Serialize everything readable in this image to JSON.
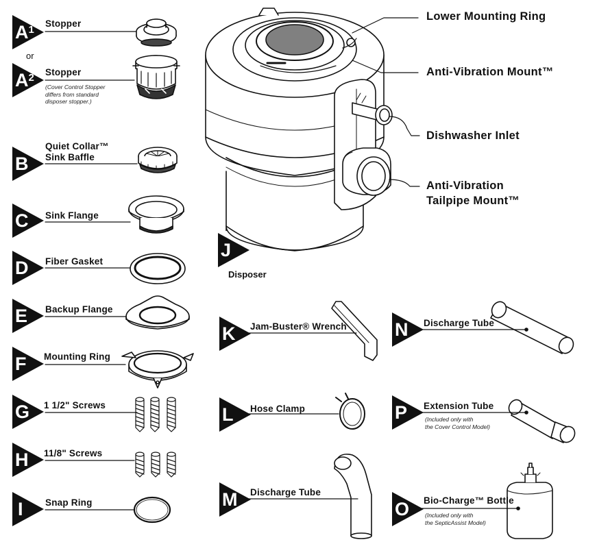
{
  "parts": {
    "a1": {
      "letter": "A",
      "sup": "1",
      "label": "Stopper"
    },
    "or_text": "or",
    "a2": {
      "letter": "A",
      "sup": "2",
      "label": "Stopper",
      "note": [
        "(Cover Control Stopper",
        "differs from standard",
        "disposer stopper.)"
      ]
    },
    "b": {
      "letter": "B",
      "label_line1": "Quiet Collar™",
      "label_line2": "Sink Baffle"
    },
    "c": {
      "letter": "C",
      "label": "Sink Flange"
    },
    "d": {
      "letter": "D",
      "label": "Fiber Gasket"
    },
    "e": {
      "letter": "E",
      "label": "Backup Flange"
    },
    "f": {
      "letter": "F",
      "label": "Mounting Ring"
    },
    "g": {
      "letter": "G",
      "label": "1 1/2\" Screws"
    },
    "h": {
      "letter": "H",
      "label": "11/8\" Screws"
    },
    "i": {
      "letter": "I",
      "label": "Snap Ring"
    },
    "j": {
      "letter": "J",
      "label": "Disposer"
    },
    "k": {
      "letter": "K",
      "label": "Jam-Buster® Wrench"
    },
    "l": {
      "letter": "L",
      "label": "Hose Clamp"
    },
    "m": {
      "letter": "M",
      "label": "Discharge Tube"
    },
    "n": {
      "letter": "N",
      "label": "Discharge Tube"
    },
    "o": {
      "letter": "O",
      "label": "Bio-Charge™ Bottle",
      "note": [
        "(Included only with",
        "the SepticAssist Model)"
      ]
    },
    "p": {
      "letter": "P",
      "label": "Extension Tube",
      "note": [
        "(Included only with",
        "the Cover Control Model)"
      ]
    }
  },
  "callouts": {
    "lower_mounting_ring": "Lower Mounting Ring",
    "anti_vibration_mount": "Anti-Vibration Mount™",
    "dishwasher_inlet": "Dishwasher Inlet",
    "tailpipe_line1": "Anti-Vibration",
    "tailpipe_line2": "Tailpipe Mount™"
  }
}
